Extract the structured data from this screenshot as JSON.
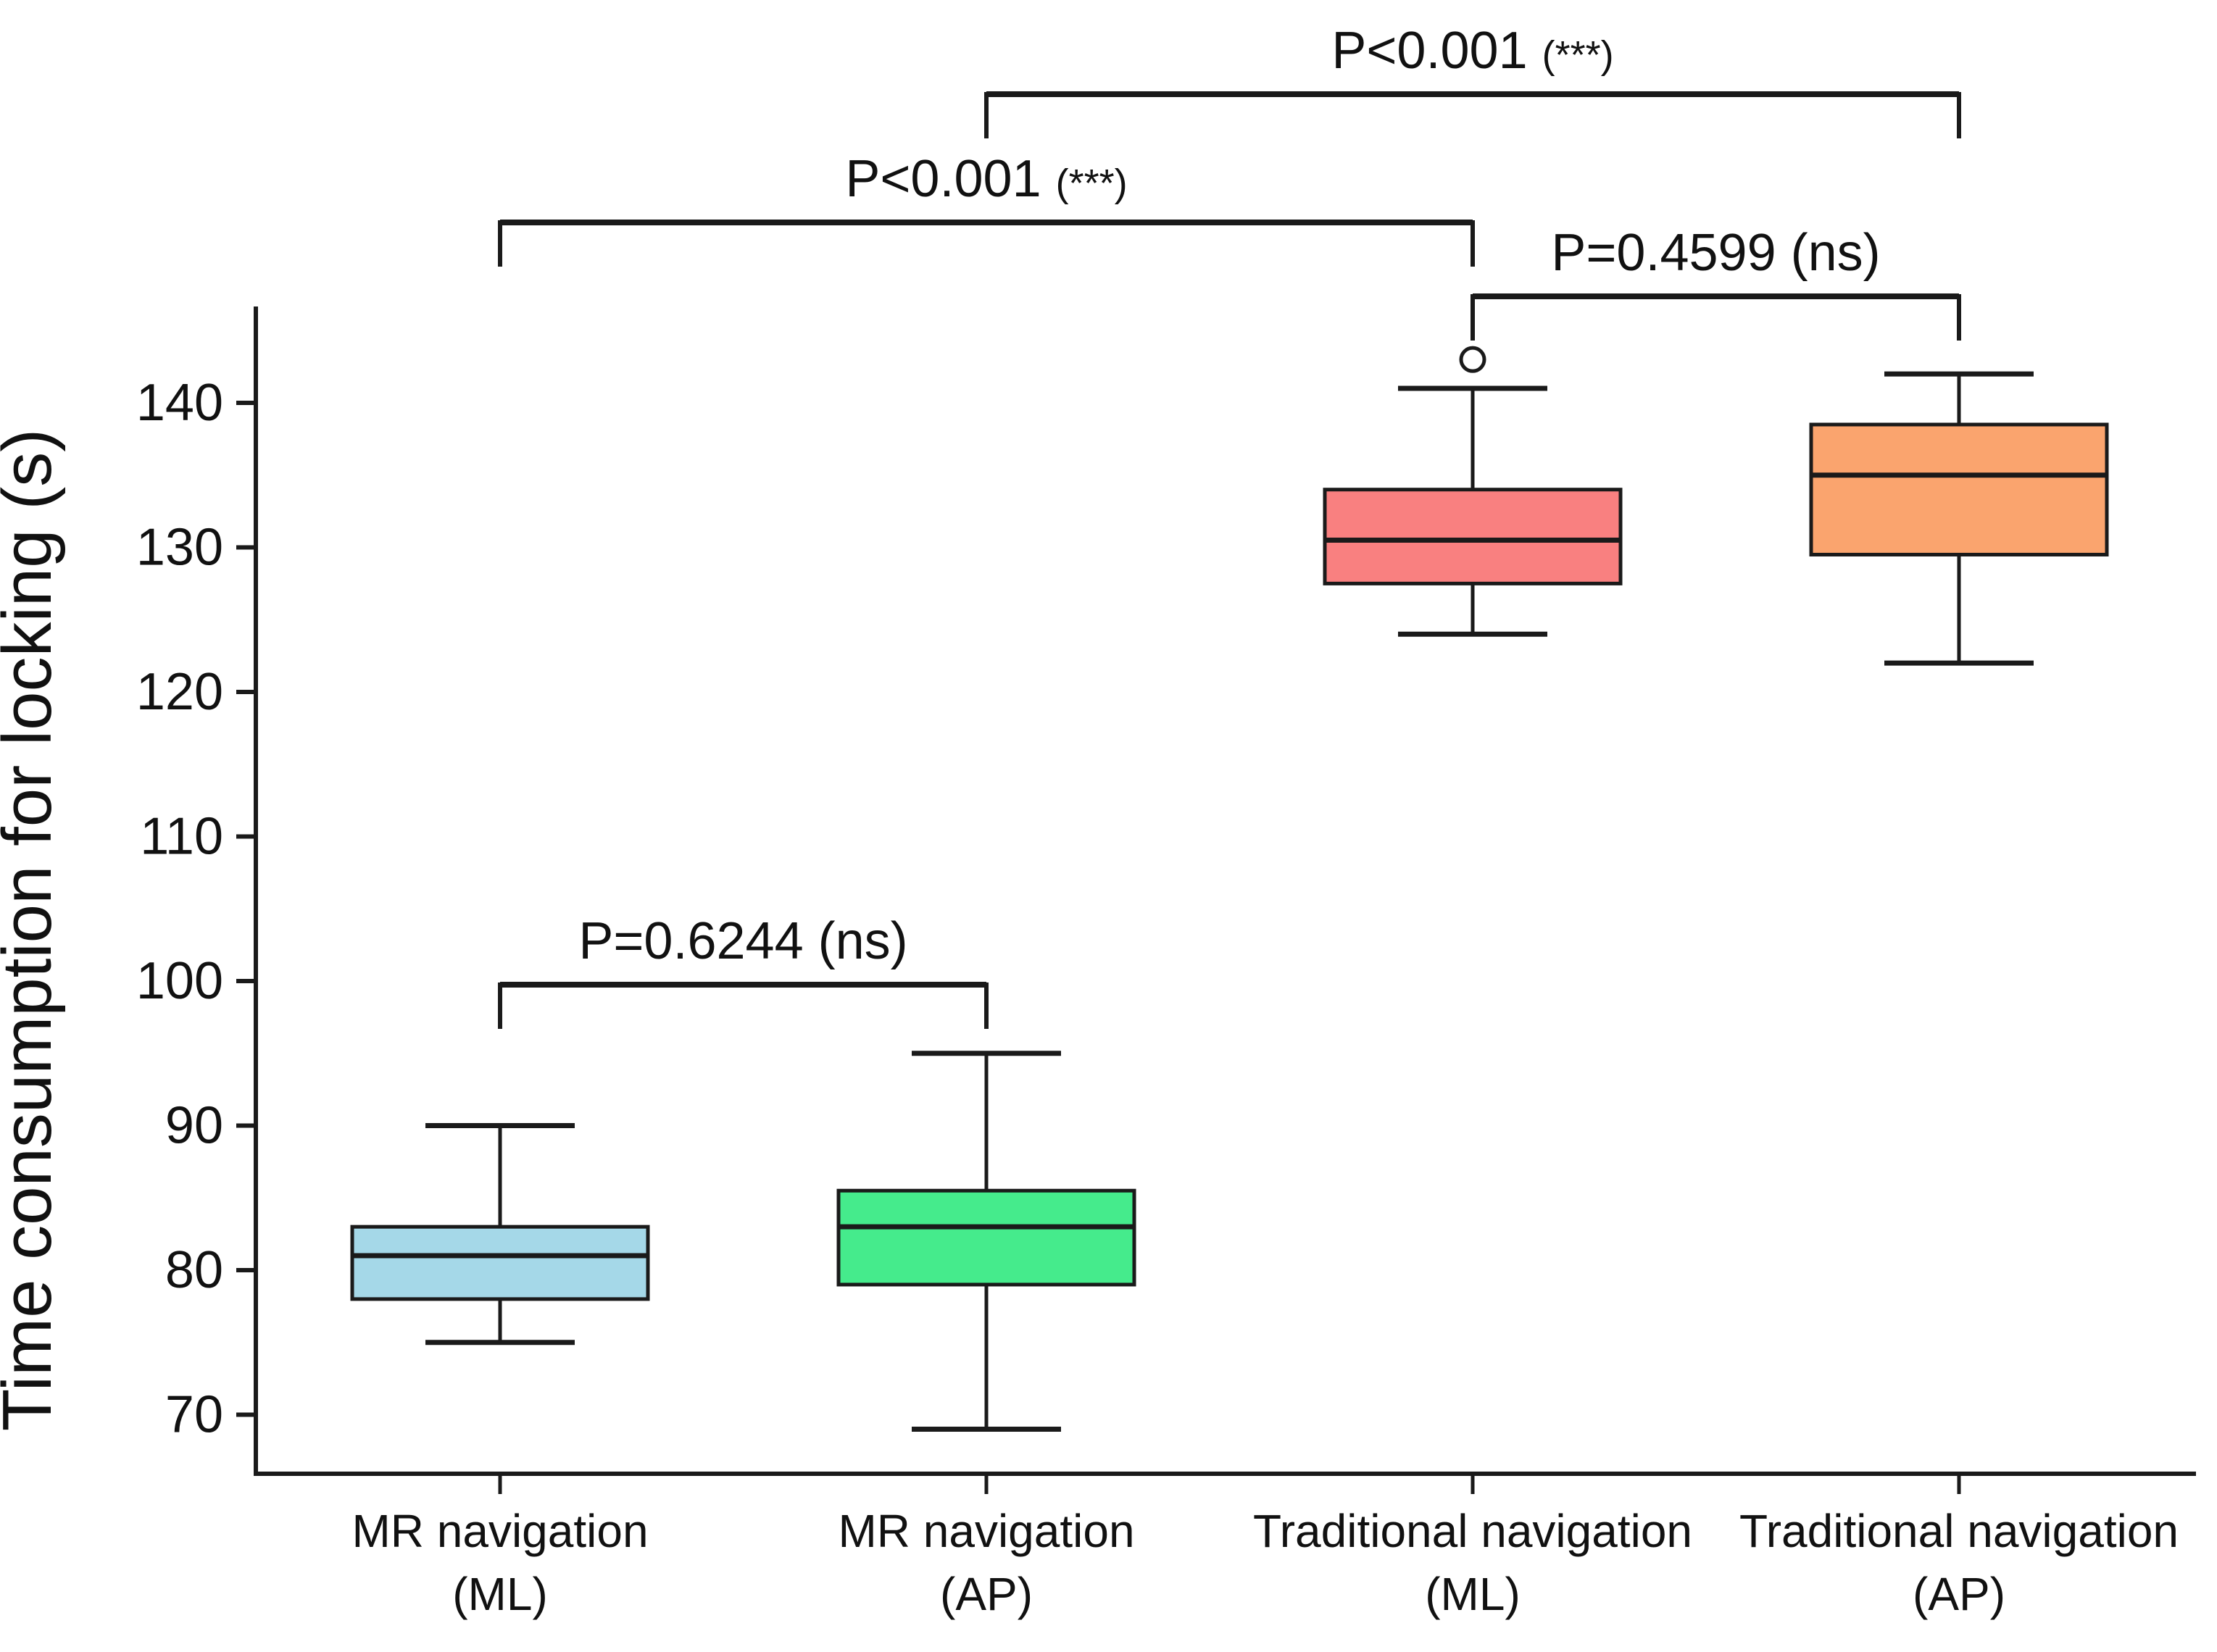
{
  "figure": {
    "background": "#ffffff",
    "text_color": "#111111",
    "line_color": "#1a1a1a"
  },
  "chart_data": {
    "type": "boxplot",
    "title": "",
    "xlabel": "",
    "ylabel": "Time consumption for locking (s)",
    "ylim": [
      66,
      147
    ],
    "yticks": [
      140,
      130,
      120,
      110,
      100,
      90,
      80,
      70
    ],
    "grid": false,
    "legend": "none",
    "categories": [
      {
        "label_line1": "MR navigation",
        "label_line2": "(ML)",
        "color": "#A5D8E8",
        "whisker_low": 75,
        "q1": 78,
        "median": 81,
        "q3": 83,
        "whisker_high": 90,
        "outliers": []
      },
      {
        "label_line1": "MR navigation",
        "label_line2": "(AP)",
        "color": "#45EB8C",
        "whisker_low": 69,
        "q1": 79,
        "median": 83,
        "q3": 85.5,
        "whisker_high": 95,
        "outliers": []
      },
      {
        "label_line1": "Traditional navigation",
        "label_line2": "(ML)",
        "color": "#F98080",
        "whisker_low": 124,
        "q1": 127.5,
        "median": 130.5,
        "q3": 134,
        "whisker_high": 141,
        "outliers": [
          143
        ]
      },
      {
        "label_line1": "Traditional navigation",
        "label_line2": "(AP)",
        "color": "#FAA46E",
        "whisker_low": 122,
        "q1": 129.5,
        "median": 135,
        "q3": 138.5,
        "whisker_high": 142,
        "outliers": []
      }
    ],
    "significance_brackets": [
      {
        "from": 1,
        "to": 3,
        "label_main": "P<0.001",
        "label_paren": "(***)",
        "small_paren": true,
        "bar_y": 130
      },
      {
        "from": 0,
        "to": 2,
        "label_main": "P<0.001",
        "label_paren": "(***)",
        "small_paren": true,
        "bar_y": 307
      },
      {
        "from": 2,
        "to": 3,
        "label_main": "P=0.4599",
        "label_paren": "(ns)",
        "small_paren": false,
        "bar_y": 409
      },
      {
        "from": 0,
        "to": 1,
        "label_main": "P=0.6244",
        "label_paren": "(ns)",
        "small_paren": false,
        "bar_y": 1359
      }
    ]
  }
}
